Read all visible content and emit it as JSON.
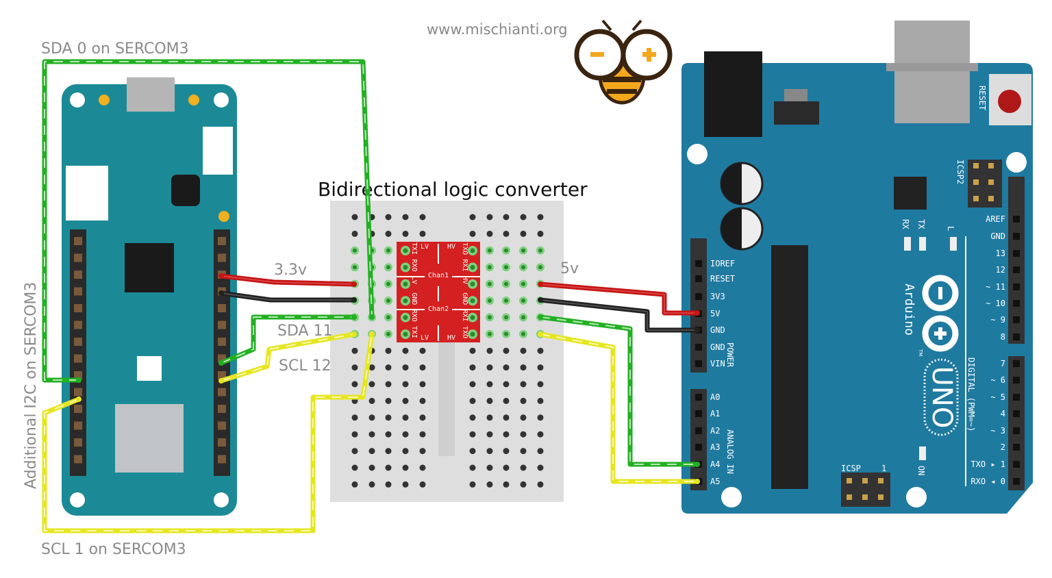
{
  "website": "www.mischianti.org",
  "title": "Bidirectional logic converter",
  "labels": {
    "sda0": "SDA 0 on SERCOM3",
    "scl1": "SCL 1 on SERCOM3",
    "additional": "Additional I2C on SERCOM3",
    "v33": "3.3v",
    "v5": "5v",
    "sda11": "SDA 11",
    "scl12": "SCL 12"
  },
  "converter": {
    "left_top": [
      "TXI",
      "RXO"
    ],
    "left_mid": [
      "LV",
      "GND"
    ],
    "left_bot": [
      "RXO",
      "TXI"
    ],
    "right_top": [
      "TXO",
      "RXI"
    ],
    "right_mid": [
      "HV",
      "GND"
    ],
    "right_bot": [
      "RXI",
      "TXO"
    ],
    "lv": "LV",
    "hv": "HV",
    "chan1": "Chan1",
    "chan2": "Chan2"
  },
  "arduino": {
    "brand": "Arduino",
    "tm": "TM",
    "model": "UNO",
    "reset": "RESET",
    "icsp2": "ICSP2",
    "icsp": "ICSP",
    "icsp_pin1": "1",
    "rx": "RX",
    "tx": "TX",
    "l": "L",
    "on": "ON",
    "power": "POWER",
    "analog_in": "ANALOG IN",
    "digital": "DIGITAL (PWM=~)",
    "power_pins": [
      "IOREF",
      "RESET",
      "3V3",
      "5V",
      "GND",
      "GND",
      "VIN"
    ],
    "analog_pins": [
      "A0",
      "A1",
      "A2",
      "A3",
      "A4",
      "A5"
    ],
    "digital_high": [
      "AREF",
      "GND",
      "13",
      "12",
      "~ 11",
      "~ 10",
      "~ 9",
      "8"
    ],
    "digital_low": [
      "7",
      "~ 6",
      "~ 5",
      "4",
      "~ 3",
      "2",
      "TXO ▸ 1",
      "RXO ◂ 0"
    ]
  },
  "colors": {
    "mkr_board": "#1b8a96",
    "uno_board": "#1f7aa0",
    "converter": "#d42020",
    "breadboard": "#dedede",
    "wire_red": "#c81414",
    "wire_black": "#222222",
    "wire_green": "#22b022",
    "wire_yellow": "#e6e620"
  }
}
